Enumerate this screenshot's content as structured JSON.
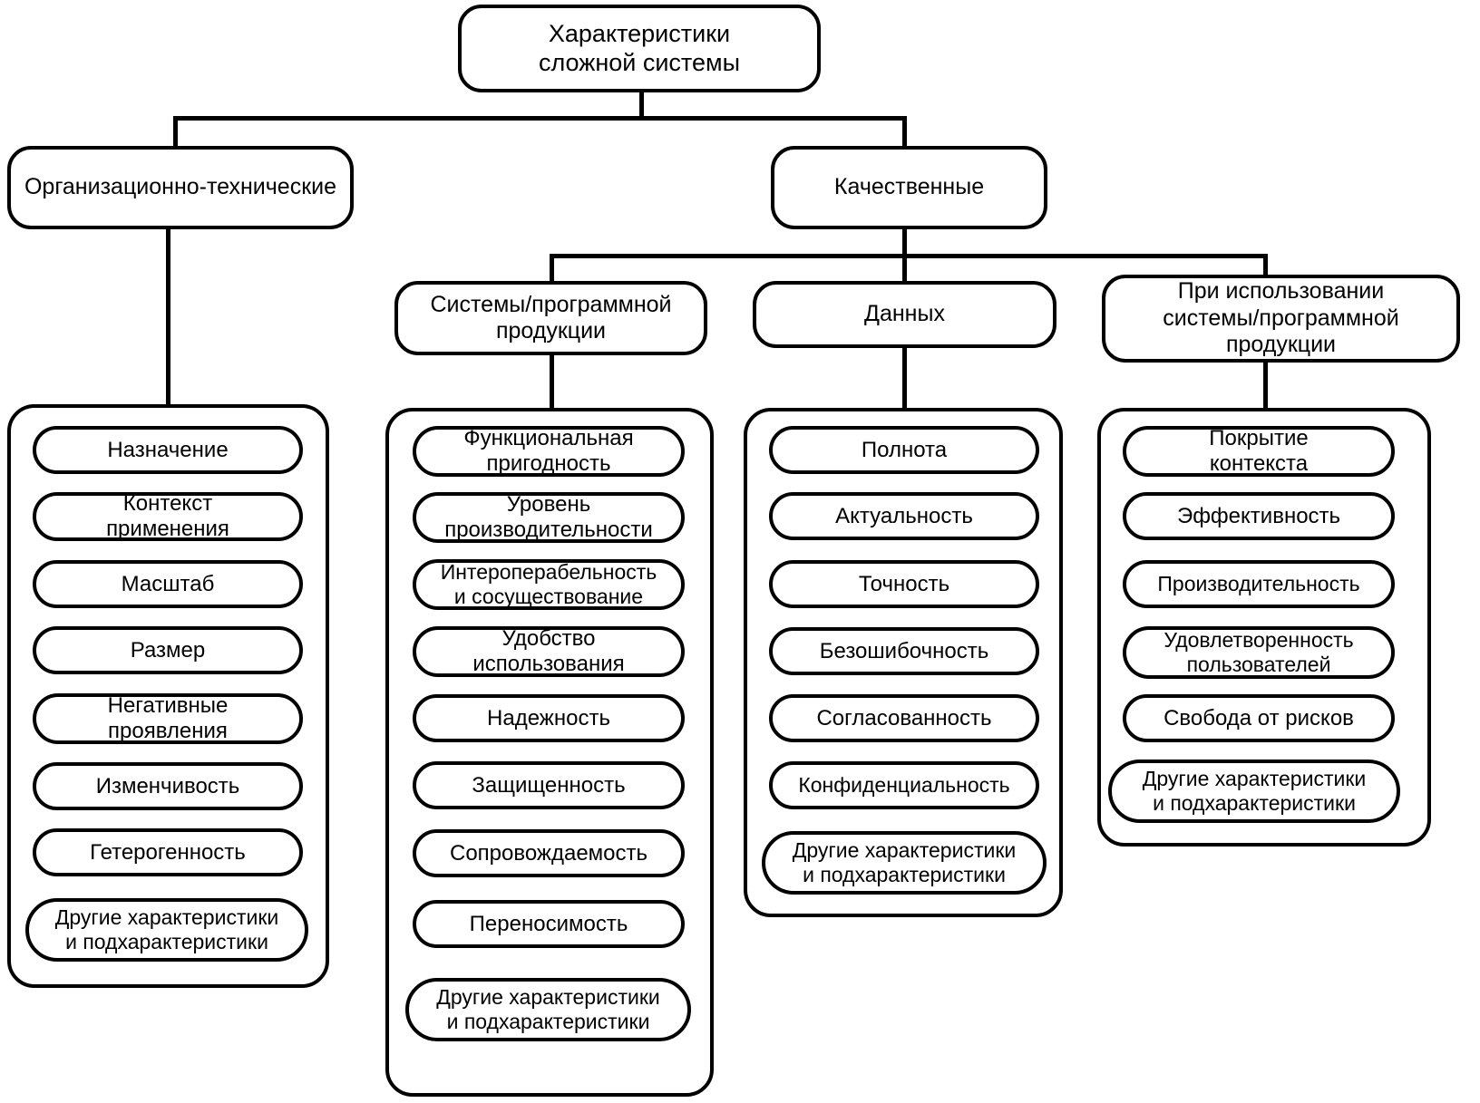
{
  "diagram": {
    "root": {
      "label": "Характеристики\nсложной системы"
    },
    "level2": [
      {
        "label": "Организационно-технические"
      },
      {
        "label": "Качественные"
      }
    ],
    "columns": [
      {
        "header": null,
        "parent": "Организационно-технические",
        "items": [
          {
            "label": "Назначение"
          },
          {
            "label": "Контекст\nприменения"
          },
          {
            "label": "Масштаб"
          },
          {
            "label": "Размер"
          },
          {
            "label": "Негативные\nпроявления"
          },
          {
            "label": "Изменчивость"
          },
          {
            "label": "Гетерогенность"
          },
          {
            "label": "Другие характеристики\nи подхарактеристики"
          }
        ]
      },
      {
        "header": "Системы/программной\nпродукции",
        "parent": "Качественные",
        "items": [
          {
            "label": "Функциональная\nпригодность"
          },
          {
            "label": "Уровень\nпроизводительности"
          },
          {
            "label": "Интероперабельность\nи сосуществование"
          },
          {
            "label": "Удобство\nиспользования"
          },
          {
            "label": "Надежность"
          },
          {
            "label": "Защищенность"
          },
          {
            "label": "Сопровождаемость"
          },
          {
            "label": "Переносимость"
          },
          {
            "label": "Другие характеристики\nи подхарактеристики"
          }
        ]
      },
      {
        "header": "Данных",
        "parent": "Качественные",
        "items": [
          {
            "label": "Полнота"
          },
          {
            "label": "Актуальность"
          },
          {
            "label": "Точность"
          },
          {
            "label": "Безошибочность"
          },
          {
            "label": "Согласованность"
          },
          {
            "label": "Конфиденциальность"
          },
          {
            "label": "Другие характеристики\nи подхарактеристики"
          }
        ]
      },
      {
        "header": "При использовании\nсистемы/программной\nпродукции",
        "parent": "Качественные",
        "items": [
          {
            "label": "Покрытие\nконтекста"
          },
          {
            "label": "Эффективность"
          },
          {
            "label": "Производительность"
          },
          {
            "label": "Удовлетворенность\nпользователей"
          },
          {
            "label": "Свобода от рисков"
          },
          {
            "label": "Другие характеристики\nи подхарактеристики"
          }
        ]
      }
    ]
  },
  "style": {
    "line_color": "#000000",
    "fill_color": "#ffffff"
  }
}
